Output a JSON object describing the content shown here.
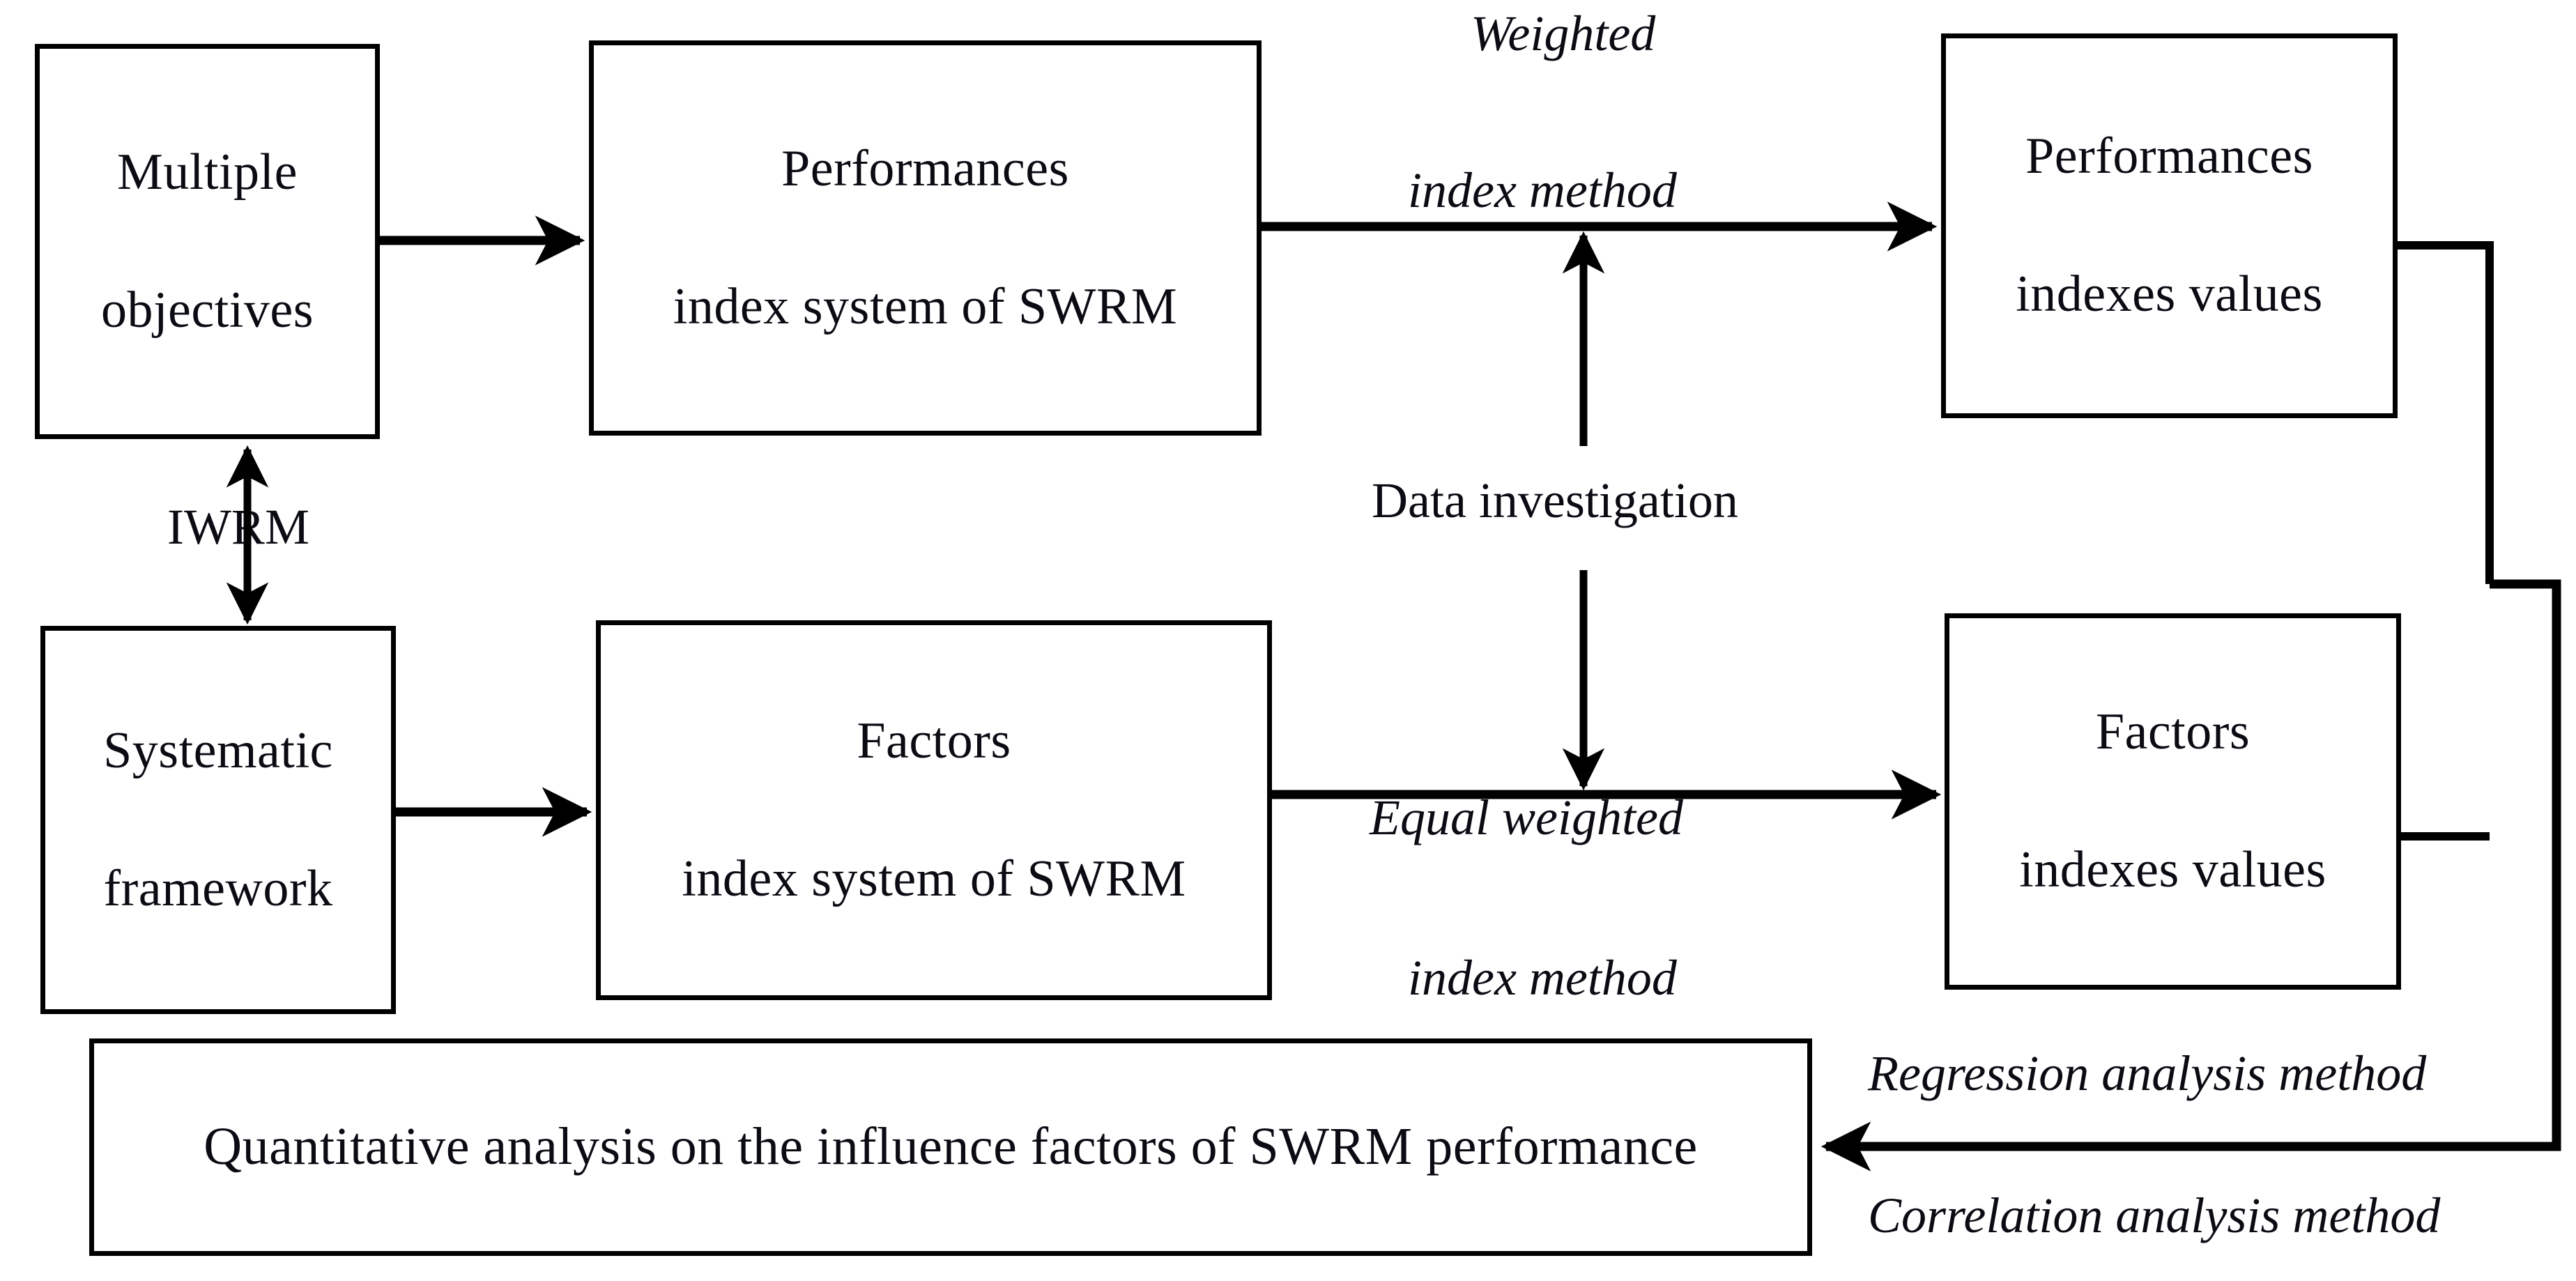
{
  "diagram": {
    "title_text": "",
    "stroke_color": "#000000",
    "text_color": "#0b0b14",
    "background": "#ffffff",
    "nodes": {
      "multiple_objectives": {
        "line1": "Multiple",
        "line2": "objectives"
      },
      "performance_index_system": {
        "line1": "Performances",
        "line2": "index system of SWRM"
      },
      "performance_indexes_values": {
        "line1": "Performances",
        "line2": "indexes values"
      },
      "systematic_framework": {
        "line1": "Systematic",
        "line2": "framework"
      },
      "factors_index_system": {
        "line1": "Factors",
        "line2": "index system of SWRM"
      },
      "factors_indexes_values": {
        "line1": "Factors",
        "line2": "indexes values"
      },
      "quantitative_analysis": {
        "line1": "Quantitative analysis on the influence factors of SWRM performance"
      }
    },
    "edge_labels": {
      "iwrm": "IWRM",
      "weighted_index_method_line1": "Weighted",
      "weighted_index_method_line2": "index method",
      "data_investigation": "Data investigation",
      "equal_weighted_line1": "Equal weighted",
      "equal_weighted_line2": "index method",
      "regression_analysis_method": "Regression analysis method",
      "correlation_analysis_method": "Correlation analysis method"
    }
  }
}
